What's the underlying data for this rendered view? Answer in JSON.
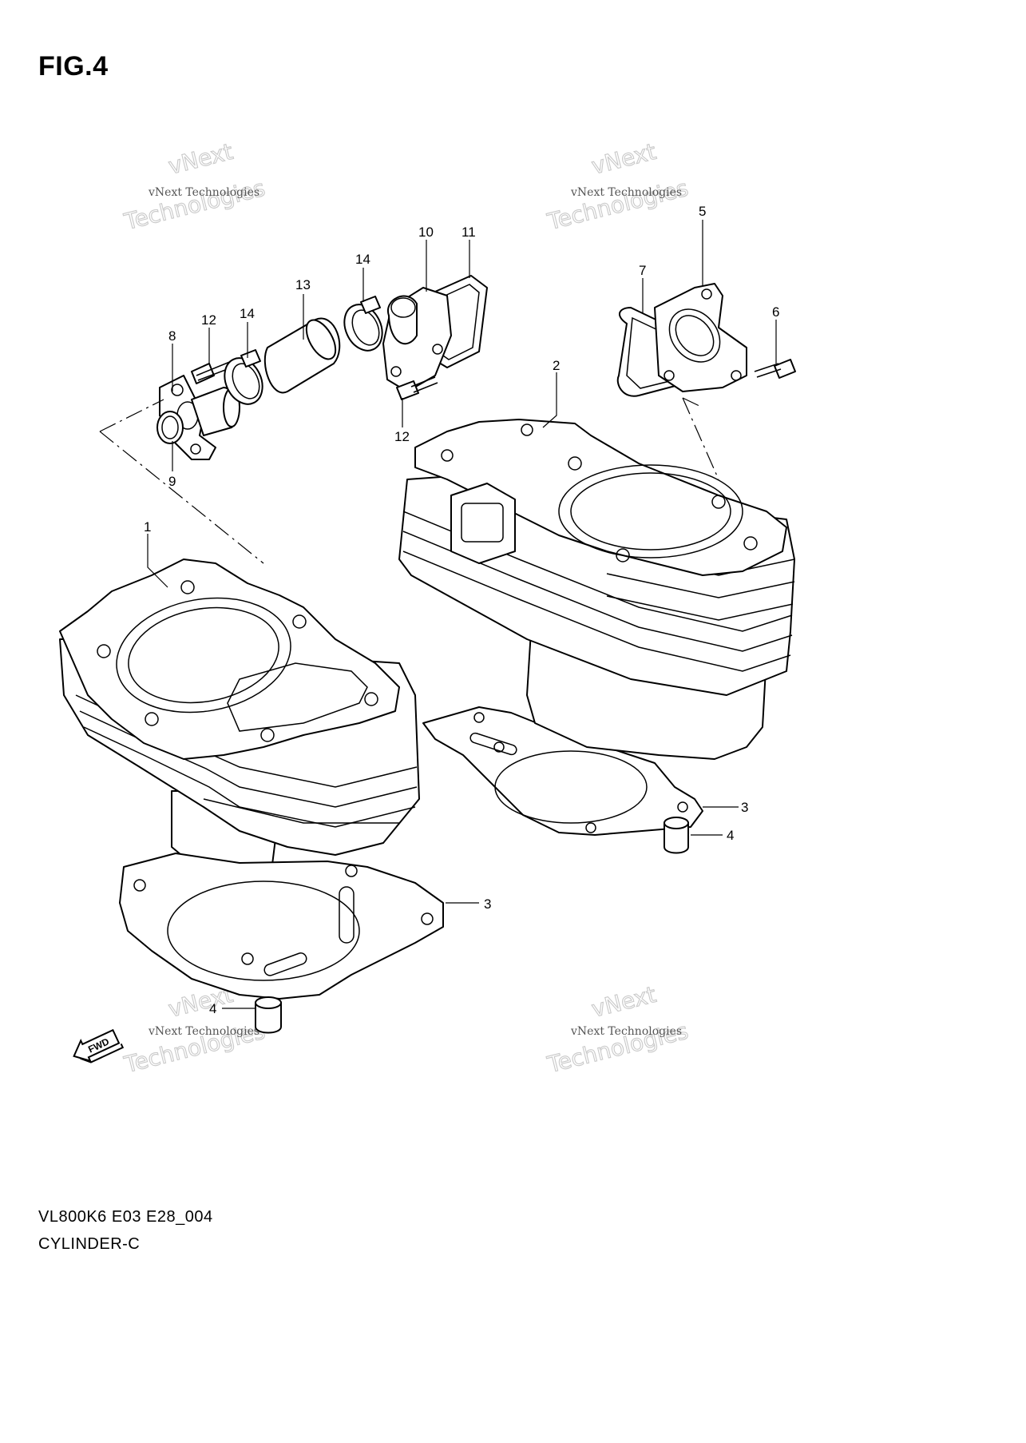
{
  "figure": {
    "title": "FIG.4"
  },
  "callouts": [
    {
      "label": "1",
      "part": "front-cylinder"
    },
    {
      "label": "2",
      "part": "rear-cylinder"
    },
    {
      "label": "3",
      "part": "cylinder-base-gasket-rear"
    },
    {
      "label": "3",
      "part": "cylinder-base-gasket-front"
    },
    {
      "label": "4",
      "part": "dowel-pin-rear"
    },
    {
      "label": "4",
      "part": "dowel-pin-front"
    },
    {
      "label": "5",
      "part": "water-outlet-rear"
    },
    {
      "label": "6",
      "part": "bolt-rear-outlet"
    },
    {
      "label": "7",
      "part": "gasket-rear-outlet"
    },
    {
      "label": "8",
      "part": "water-outlet-front"
    },
    {
      "label": "9",
      "part": "gasket-front-outlet"
    },
    {
      "label": "10",
      "part": "water-joint"
    },
    {
      "label": "11",
      "part": "gasket-water-joint"
    },
    {
      "label": "12",
      "part": "bolt-front-outlet"
    },
    {
      "label": "12",
      "part": "bolt-water-joint"
    },
    {
      "label": "13",
      "part": "hose"
    },
    {
      "label": "14",
      "part": "hose-clamp-lower"
    },
    {
      "label": "14",
      "part": "hose-clamp-upper"
    }
  ],
  "fwd_badge": "FWD",
  "watermark": {
    "line1": "vNext",
    "line2": "vNext Technologies",
    "line3": "Technologies"
  },
  "footer": {
    "code": "VL800K6 E03 E28_004",
    "name": "CYLINDER-C"
  }
}
